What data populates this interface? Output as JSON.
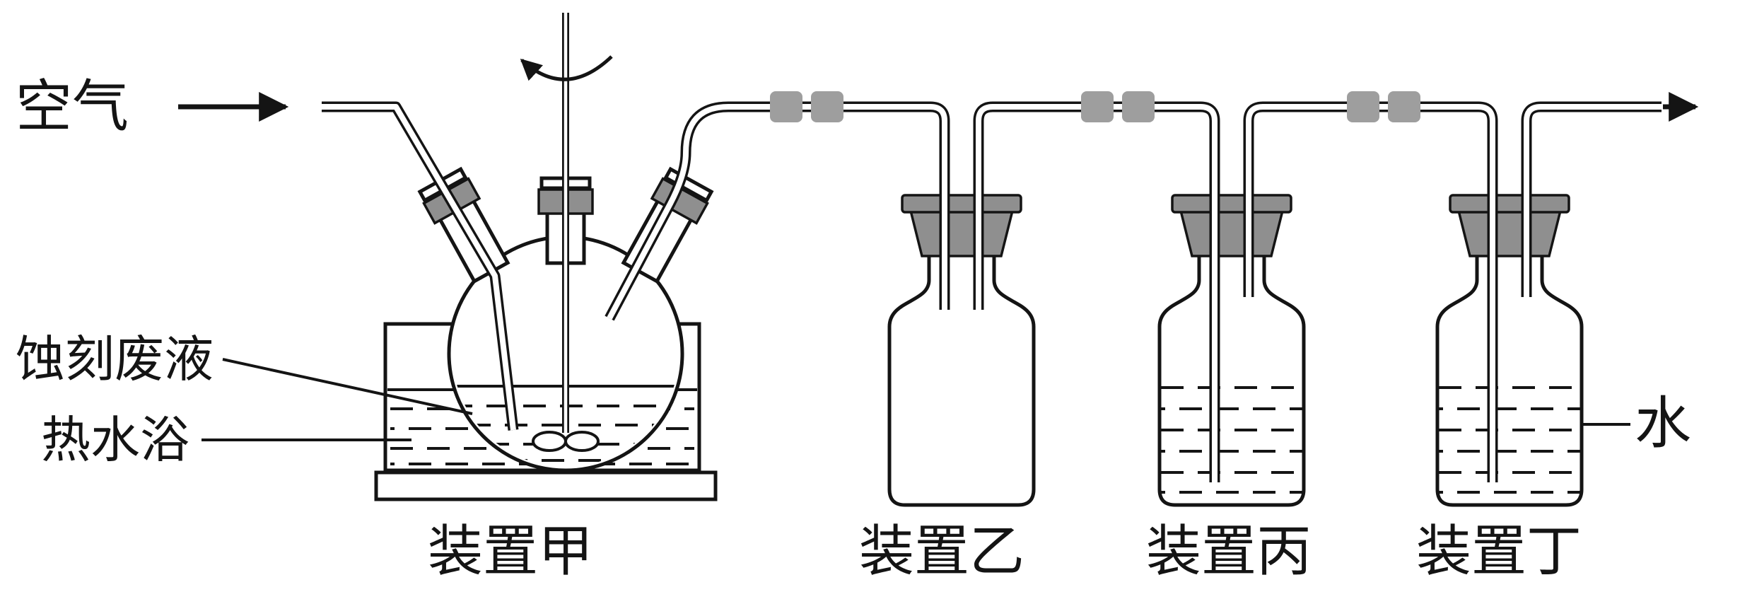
{
  "labels": {
    "air": "空气",
    "etching_waste": "蚀刻废液",
    "hot_water_bath": "热水浴",
    "water": "水",
    "apparatus_jia": "装置甲",
    "apparatus_yi": "装置乙",
    "apparatus_bing": "装置丙",
    "apparatus_ding": "装置丁"
  },
  "colors": {
    "line": "#141414",
    "stopper_gray": "#8f8f8f",
    "connector_gray": "#9e9e9e",
    "background": "#ffffff"
  }
}
